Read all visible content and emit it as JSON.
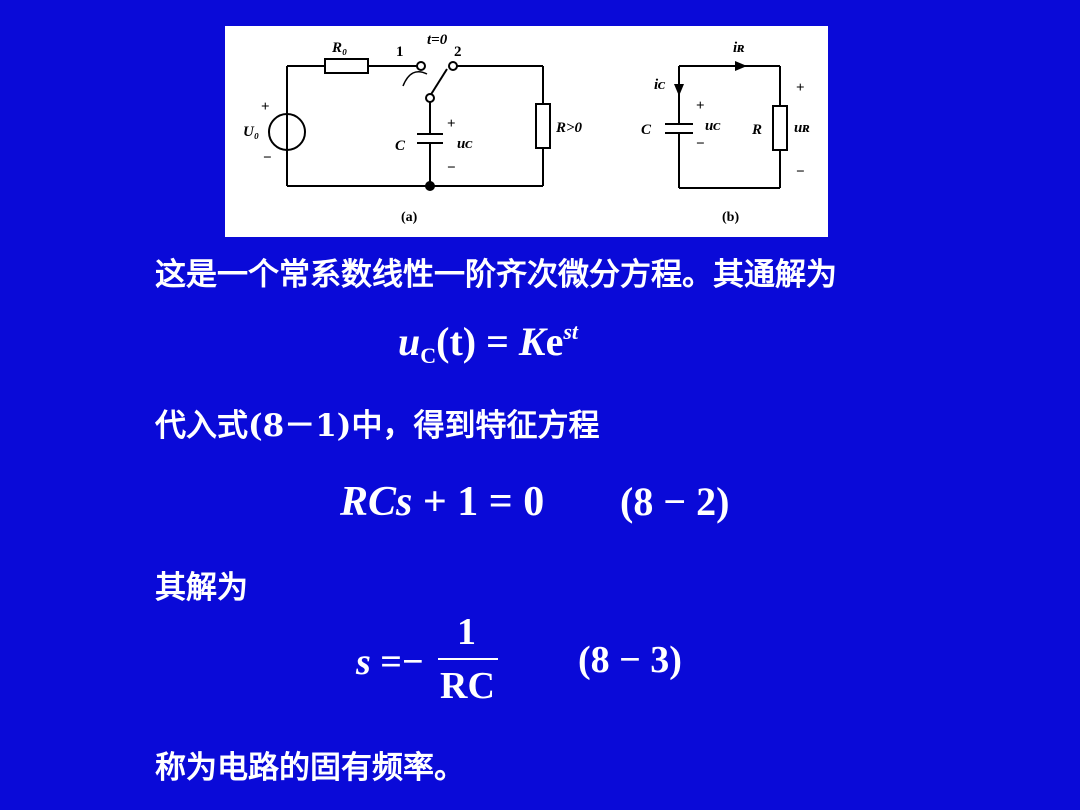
{
  "figure": {
    "labels": {
      "r0": "R₀",
      "t0": "t=0",
      "n1": "1",
      "n2": "2",
      "u0": "U₀",
      "plus": "+",
      "minus": "−",
      "c": "C",
      "uc": "uᴄ",
      "r_gt0": "R>0",
      "a": "(a)",
      "b": "(b)",
      "ir": "iʀ",
      "ic": "iᴄ",
      "r": "R",
      "ur": "uʀ"
    }
  },
  "text": {
    "line1": "这是一个常系数线性一阶齐次微分方程。其通解为",
    "line2": "代入式(8－1)中，得到特征方程",
    "line3": "其解为",
    "line4": "称为电路的固有频率。"
  },
  "eq1": {
    "u": "u",
    "sub": "C",
    "arg": "(t)",
    "eqsign": " = ",
    "k": "K",
    "e": "e",
    "sup": "st"
  },
  "eq2": {
    "lhs": "RCs",
    "rest": " + 1 = 0",
    "tag": "(8 − 2)"
  },
  "eq3": {
    "s": "s",
    "eqsign": " =−",
    "num": "1",
    "den": "RC",
    "tag": "(8 − 3)"
  }
}
